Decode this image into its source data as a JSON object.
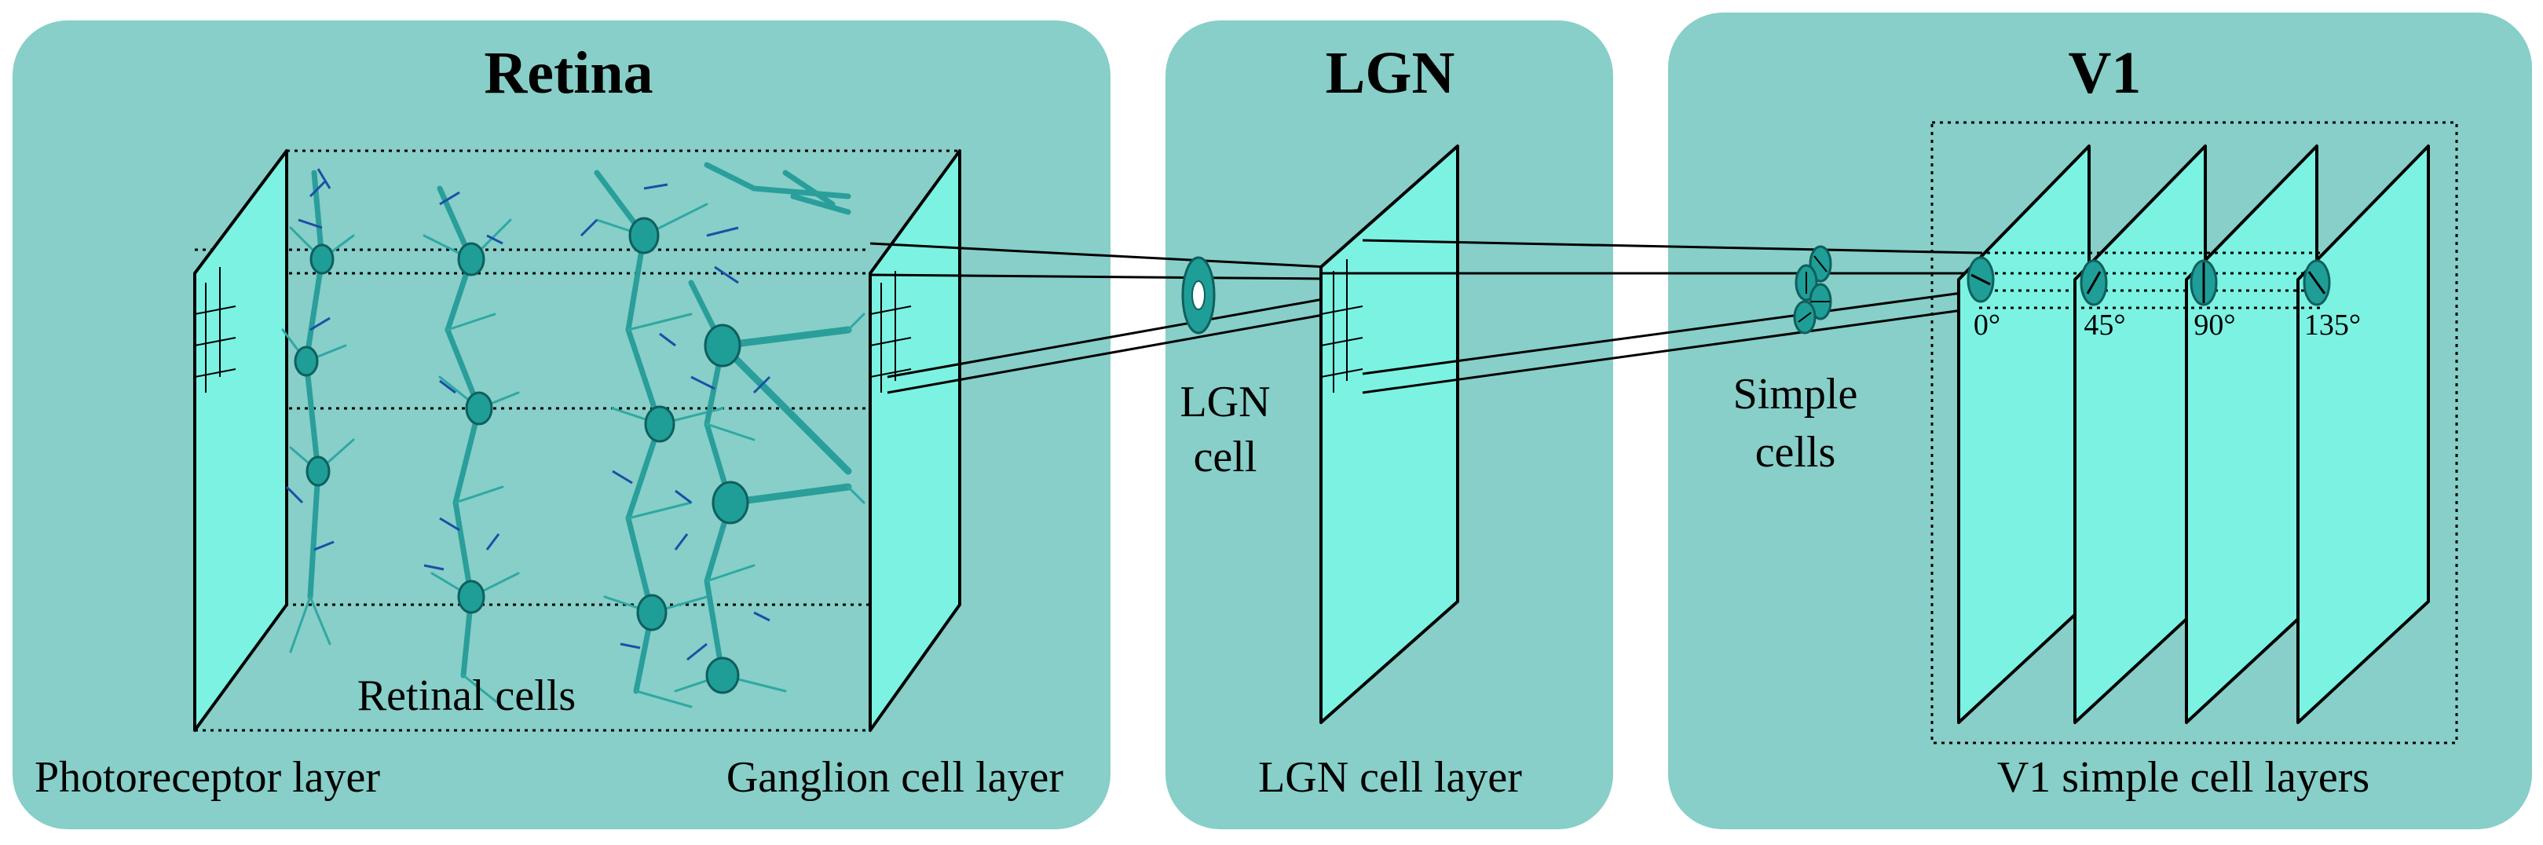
{
  "panels": {
    "retina": {
      "title": "Retina",
      "photoreceptor_label": "Photoreceptor layer",
      "ganglion_label": "Ganglion cell layer",
      "retinal_cells_label": "Retinal cells"
    },
    "lgn": {
      "title": "LGN",
      "cell_label_line1": "LGN",
      "cell_label_line2": "cell",
      "layer_label": "LGN cell layer"
    },
    "v1": {
      "title": "V1",
      "simple_label_line1": "Simple",
      "simple_label_line2": "cells",
      "layer_label": "V1 simple cell layers",
      "orientations": [
        "0°",
        "45°",
        "90°",
        "135°"
      ]
    }
  },
  "colors": {
    "panel": "#87cfc8",
    "sheet": "#7cf2e2",
    "cell": "#1f9e98",
    "neuron": "#2a9e9a",
    "dendrite": "#1b4fa6"
  }
}
